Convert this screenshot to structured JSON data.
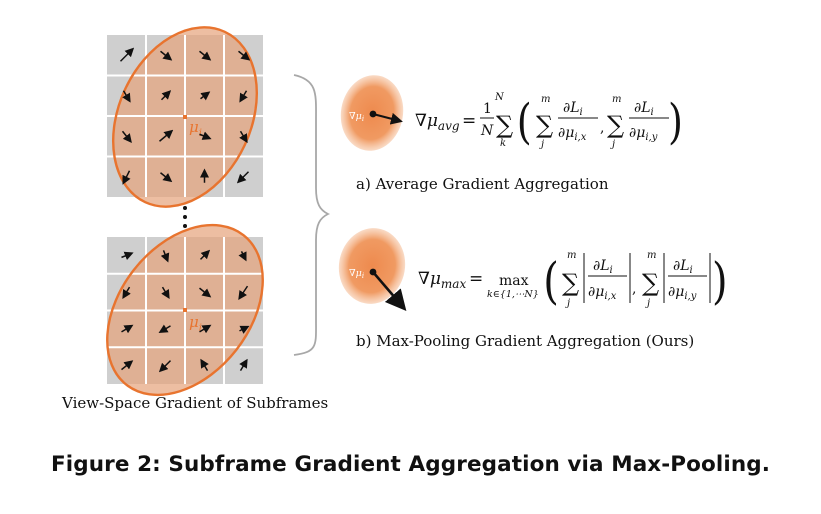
{
  "figure": {
    "left_caption": "View-Space Gradient of Subframes",
    "mu_label": "μ",
    "mu_subscript": "i",
    "grad_label": "∇μ",
    "panel_a_caption": "a) Average Gradient Aggregation",
    "panel_b_caption": "b) Max-Pooling Gradient Aggregation (Ours)",
    "caption": "Figure 2: Subframe Gradient Aggregation via Max-Pooling.",
    "colors": {
      "orange": "#e8742f",
      "orange_fill": "#f0a070",
      "grid_cell": "#cfcfcf",
      "grid_line": "#ffffff",
      "tint": "#e6a27a"
    },
    "eq_avg": {
      "lhs": "∇μ",
      "lhs_sub": "avg",
      "frac_num": "1",
      "frac_den": "N",
      "sum_top": "N",
      "sum_bot": "k",
      "inner_top": "m",
      "inner_bot": "j",
      "dL": "∂L",
      "i": "i",
      "dmu": "∂μ",
      "sub_x": "i,x",
      "sub_y": "i,y"
    },
    "eq_max": {
      "lhs": "∇μ",
      "lhs_sub": "max",
      "max_word": "max",
      "max_sub": "k∈{1,⋯N}",
      "inner_top": "m",
      "inner_bot": "j",
      "dL": "∂L",
      "i": "i",
      "dmu": "∂μ",
      "sub_x": "i,x",
      "sub_y": "i,y"
    }
  }
}
